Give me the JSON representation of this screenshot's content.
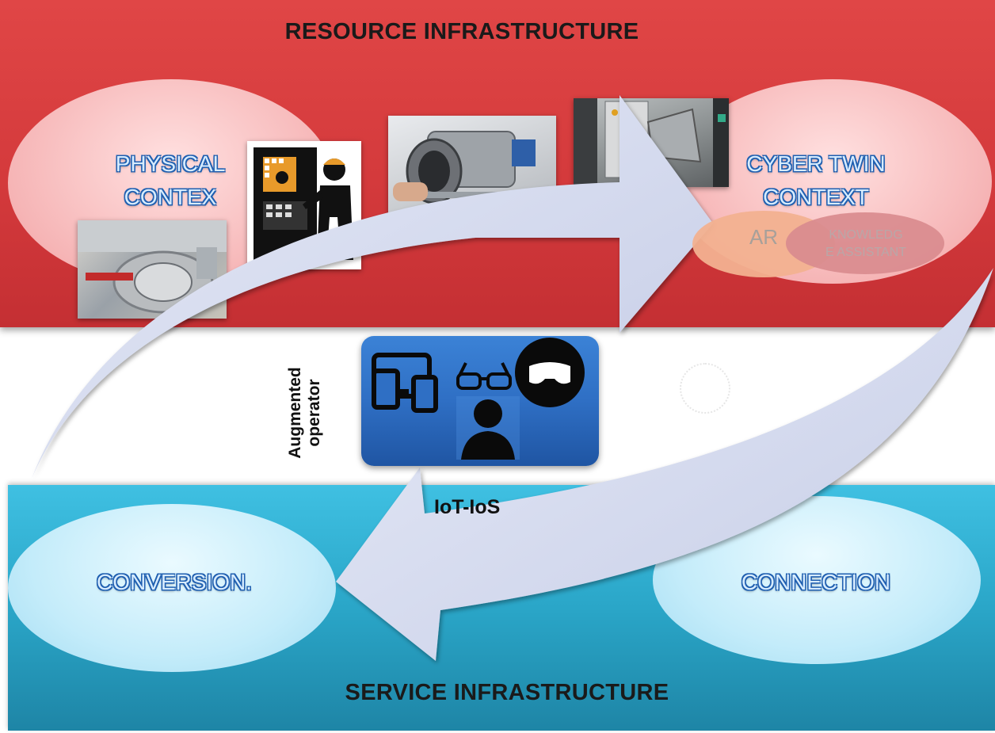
{
  "bands": {
    "resource_title": "RESOURCE INFRASTRUCTURE",
    "service_title": "SERVICE INFRASTRUCTURE"
  },
  "nodes": {
    "physical": {
      "line1": "PHYSICAL",
      "line2": "CONTEX"
    },
    "cyber": {
      "line1": "CYBER TWIN",
      "line2": "CONTEXT"
    },
    "ar": "AR",
    "knowledge": {
      "line1": "KNOWLEDG",
      "line2": "E ASSISTANT"
    },
    "conversion": "CONVERSION.",
    "connection": "CONNECTION"
  },
  "labels": {
    "operator": "Augmented operator",
    "iot": "IoT-IoS"
  },
  "colors": {
    "resource_band": "#d43a3c",
    "service_band": "#2aa6c8",
    "arrow_fill": "#d3d9ef",
    "operator_box": "#2f6fc4",
    "ar_ellipse": "#f2b190",
    "knowledge_ellipse": "#d98b8e",
    "node_text_outline": "#1f5fb0"
  },
  "icons": [
    "tablet-phone-icon",
    "smart-glasses-icon",
    "vr-headset-icon",
    "user-icon"
  ]
}
